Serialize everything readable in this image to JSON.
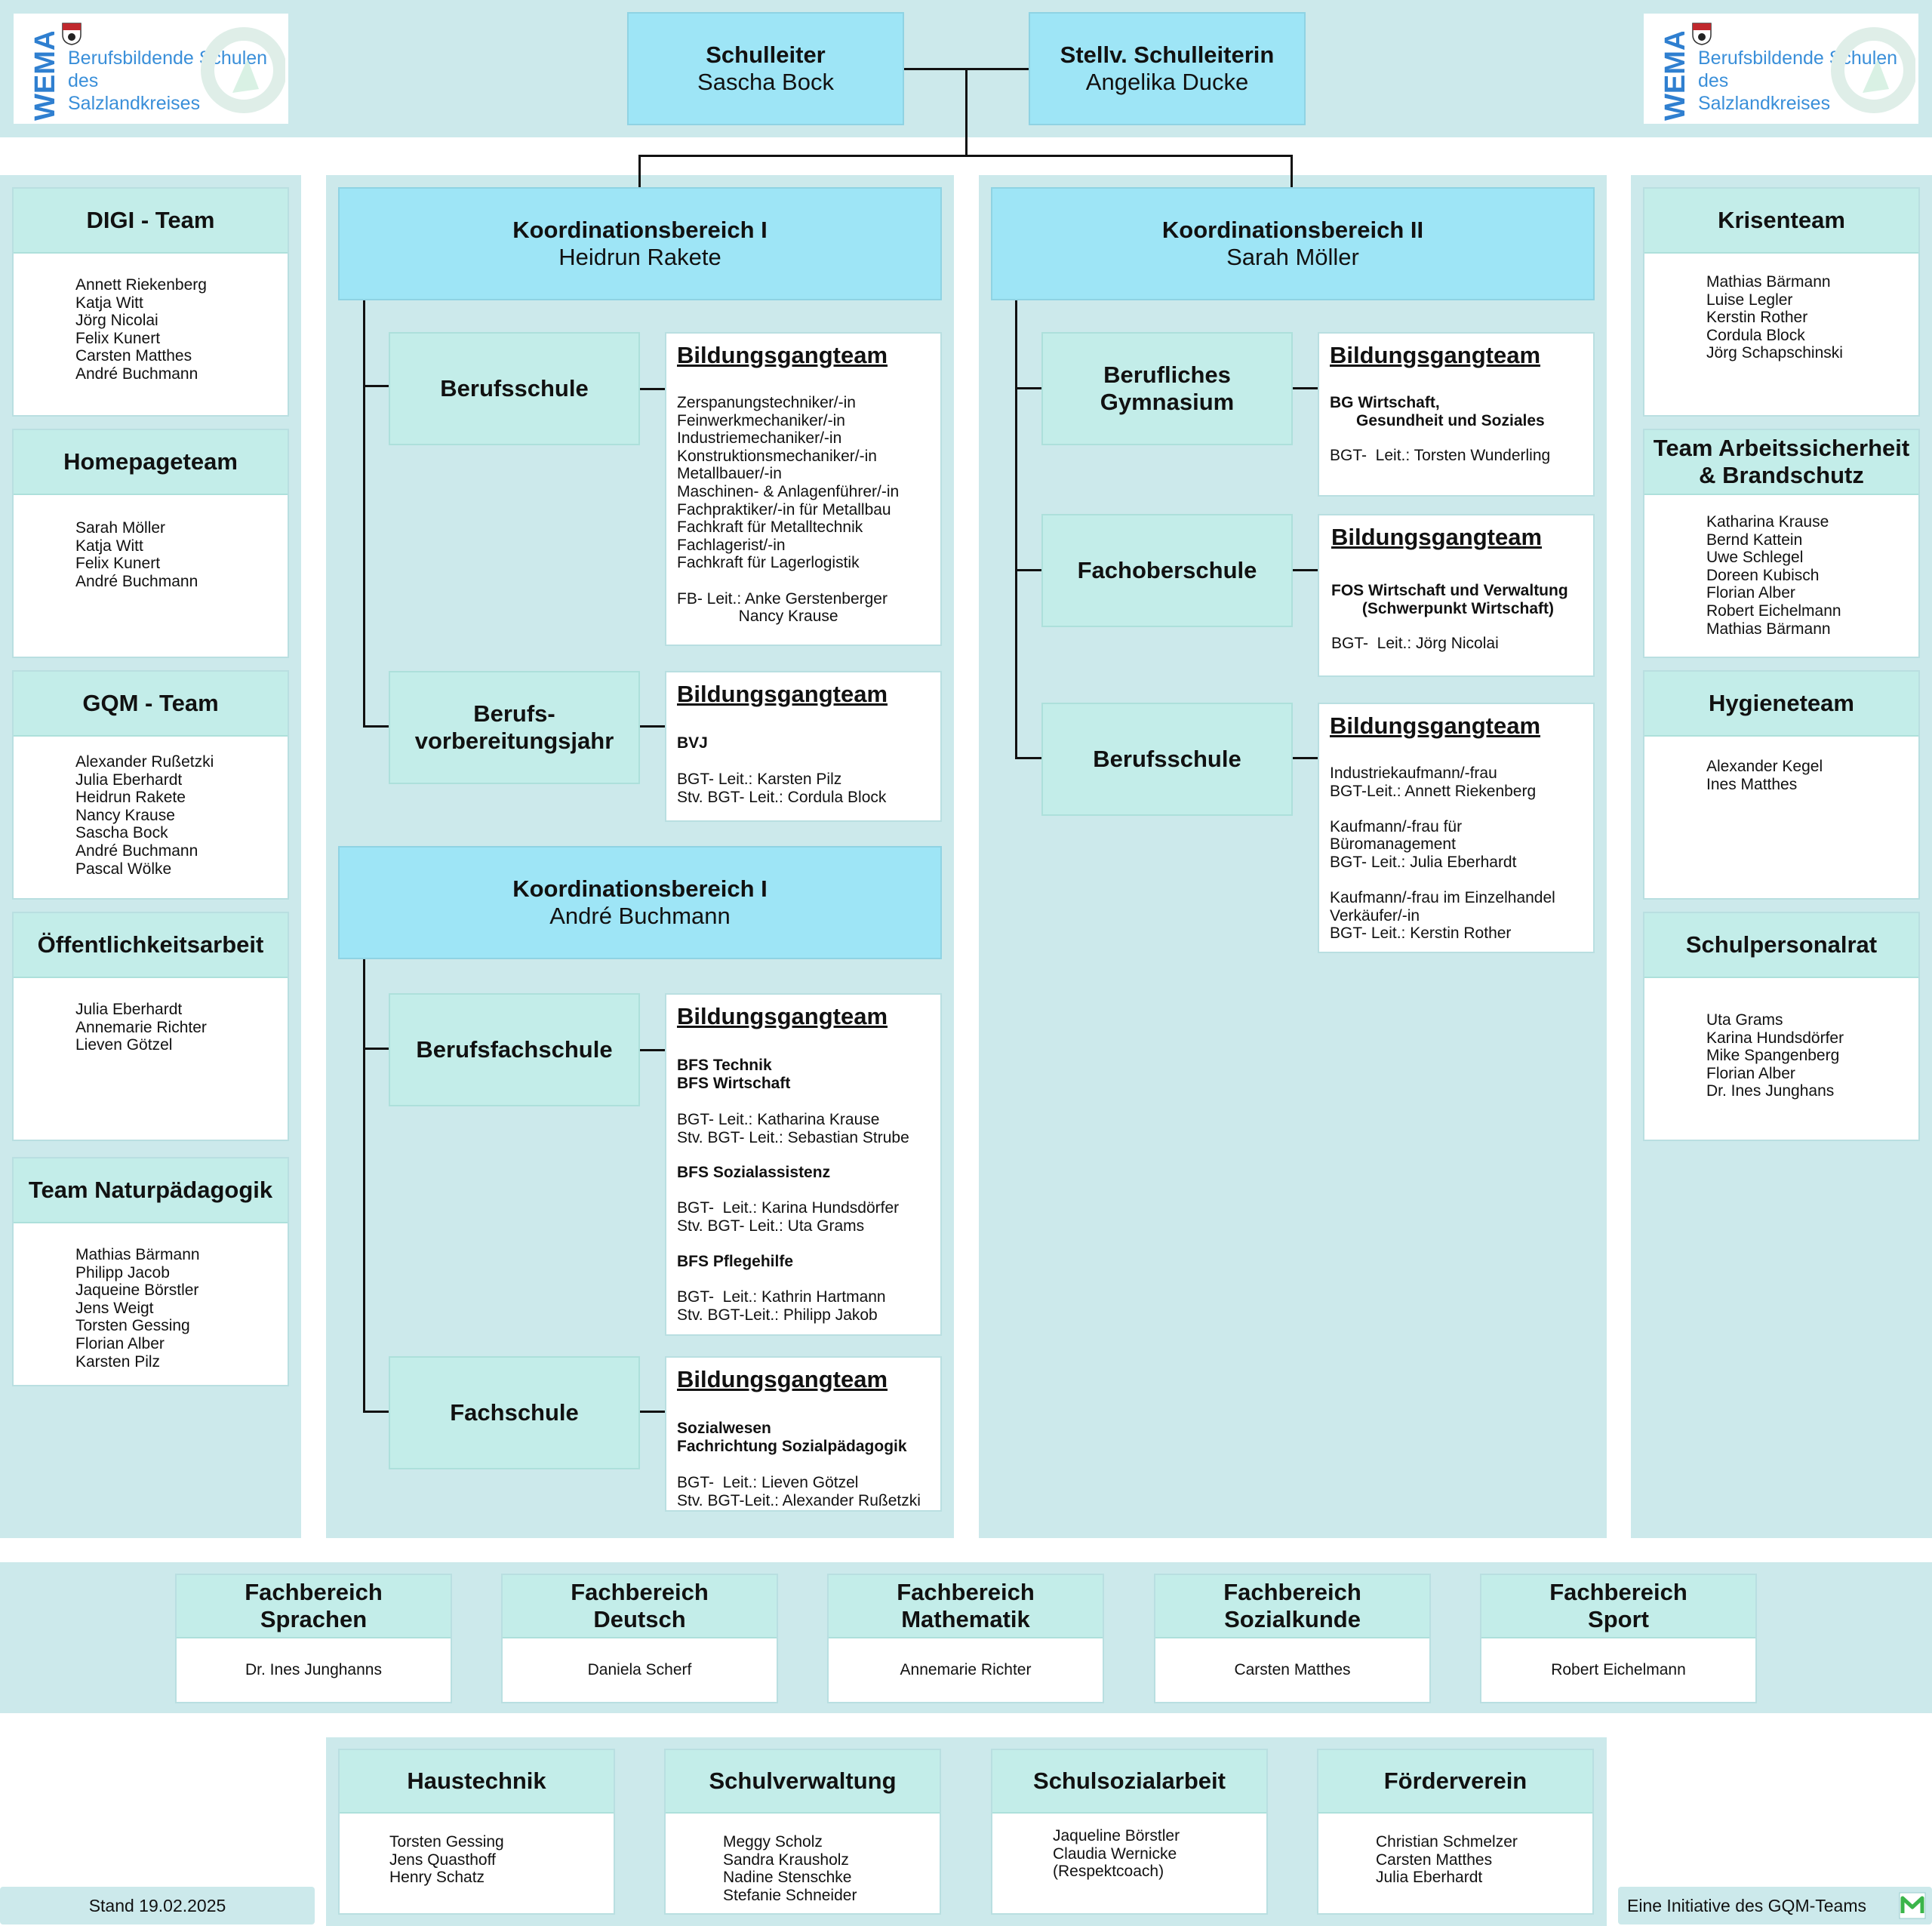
{
  "logo": {
    "wordmark": "WEMA",
    "text": "Berufsbildende Schulen I\ndes\nSalzlandkreises"
  },
  "leaders": {
    "head": {
      "title": "Schulleiter",
      "name": "Sascha Bock"
    },
    "deputy": {
      "title": "Stellv. Schulleiterin",
      "name": "Angelika Ducke"
    }
  },
  "left_teams": [
    {
      "title": "DIGI - Team",
      "members": "Annett Riekenberg\nKatja Witt\nJörg Nicolai\nFelix Kunert\nCarsten Matthes\nAndré Buchmann"
    },
    {
      "title": "Homepageteam",
      "members": "Sarah Möller\nKatja Witt\nFelix Kunert\nAndré Buchmann"
    },
    {
      "title": "GQM - Team",
      "members": "Alexander Rußetzki\nJulia Eberhardt\nHeidrun Rakete\nNancy Krause\nSascha Bock\nAndré Buchmann\nPascal Wölke"
    },
    {
      "title": "Öffentlichkeitsarbeit",
      "members": "Julia Eberhardt\nAnnemarie Richter\nLieven Götzel"
    },
    {
      "title": "Team Naturpädagogik",
      "members": "Mathias Bärmann\nPhilipp Jacob\nJaqueine Börstler\nJens Weigt\nTorsten Gessing\nFlorian Alber\nKarsten Pilz"
    }
  ],
  "right_teams": [
    {
      "title": "Krisenteam",
      "members": "Mathias Bärmann\nLuise Legler\nKerstin Rother\nCordula Block\nJörg Schapschinski"
    },
    {
      "title": "Team Arbeitssicherheit\n& Brandschutz",
      "members": "Katharina Krause\nBernd Kattein\nUwe Schlegel\nDoreen Kubisch\nFlorian Alber\nRobert Eichelmann\nMathias Bärmann"
    },
    {
      "title": "Hygieneteam",
      "members": "Alexander Kegel\nInes Matthes"
    },
    {
      "title": "Schulpersonalrat",
      "members": "Uta Grams\nKarina Hundsdörfer\nMike Spangenberg\nFlorian Alber\nDr. Ines Junghans"
    }
  ],
  "kb1": {
    "title": "Koordinationsbereich I",
    "name": "Heidrun Rakete"
  },
  "kb1b": {
    "title": "Koordinationsbereich I",
    "name": "André Buchmann"
  },
  "kb2": {
    "title": "Koordinationsbereich II",
    "name": "Sarah Möller"
  },
  "bgt_title": "Bildungsgangteam",
  "units": {
    "berufsschule1": "Berufsschule",
    "bvj": "Berufs-\nvorbereitungsjahr",
    "bfs": "Berufsfachschule",
    "fachschule": "Fachschule",
    "bg": "Berufliches\nGymnasium",
    "fos": "Fachoberschule",
    "berufsschule2": "Berufsschule"
  },
  "bgt": {
    "berufsschule1": "Zerspanungstechniker/-in\nFeinwerkmechaniker/-in\nIndustriemechaniker/-in\nKonstruktionsmechaniker/-in\nMetallbauer/-in\nMaschinen- & Anlagenführer/-in\nFachpraktiker/-in für Metallbau\nFachkraft für Metalltechnik\nFachlagerist/-in\nFachkraft für Lagerlogistik\n\nFB- Leit.: Anke Gerstenberger\n              Nancy Krause",
    "bvj_bold": "BVJ",
    "bvj": "BGT- Leit.: Karsten Pilz\nStv. BGT- Leit.: Cordula Block",
    "bfs_bold1": "BFS Technik\nBFS Wirtschaft",
    "bfs1": "BGT- Leit.: Katharina Krause\nStv. BGT- Leit.: Sebastian Strube",
    "bfs_bold2": "BFS Sozialassistenz",
    "bfs2": "BGT-  Leit.: Karina Hundsdörfer\nStv. BGT- Leit.: Uta Grams",
    "bfs_bold3": "BFS Pflegehilfe",
    "bfs3": "BGT-  Leit.: Kathrin Hartmann\nStv. BGT-Leit.: Philipp Jakob",
    "fs_bold": "Sozialwesen\nFachrichtung Sozialpädagogik",
    "fs": "BGT-  Leit.: Lieven Götzel\nStv. BGT-Leit.: Alexander Rußetzki",
    "bg_bold": "BG Wirtschaft,\n      Gesundheit und Soziales",
    "bg": "BGT-  Leit.: Torsten Wunderling",
    "fos_bold": "FOS Wirtschaft und Verwaltung\n       (Schwerpunkt Wirtschaft)",
    "fos": "BGT-  Leit.: Jörg Nicolai",
    "berufsschule2": "Industriekaufmann/-frau\nBGT-Leit.: Annett Riekenberg\n\nKaufmann/-frau für\nBüromanagement\nBGT- Leit.: Julia Eberhardt\n\nKaufmann/-frau im Einzelhandel\nVerkäufer/-in\nBGT- Leit.: Kerstin Rother"
  },
  "fachbereiche": [
    {
      "title": "Fachbereich\nSprachen",
      "name": "Dr. Ines Junghanns"
    },
    {
      "title": "Fachbereich\nDeutsch",
      "name": "Daniela Scherf"
    },
    {
      "title": "Fachbereich\nMathematik",
      "name": "Annemarie Richter"
    },
    {
      "title": "Fachbereich\nSozialkunde",
      "name": "Carsten Matthes"
    },
    {
      "title": "Fachbereich\nSport",
      "name": "Robert Eichelmann"
    }
  ],
  "bottom_teams": [
    {
      "title": "Haustechnik",
      "members": "Torsten Gessing\nJens Quasthoff\nHenry Schatz"
    },
    {
      "title": "Schulverwaltung",
      "members": "Meggy Scholz\nSandra Krausholz\nNadine Stenschke\nStefanie Schneider"
    },
    {
      "title": "Schulsozialarbeit",
      "members": "Jaqueline Börstler\nClaudia Wernicke\n(Respektcoach)"
    },
    {
      "title": "Förderverein",
      "members": "Christian Schmelzer\nCarsten Matthes\nJulia Eberhardt"
    }
  ],
  "footer": {
    "date": "Stand 19.02.2025",
    "initiative": "Eine Initiative des GQM-Teams"
  }
}
